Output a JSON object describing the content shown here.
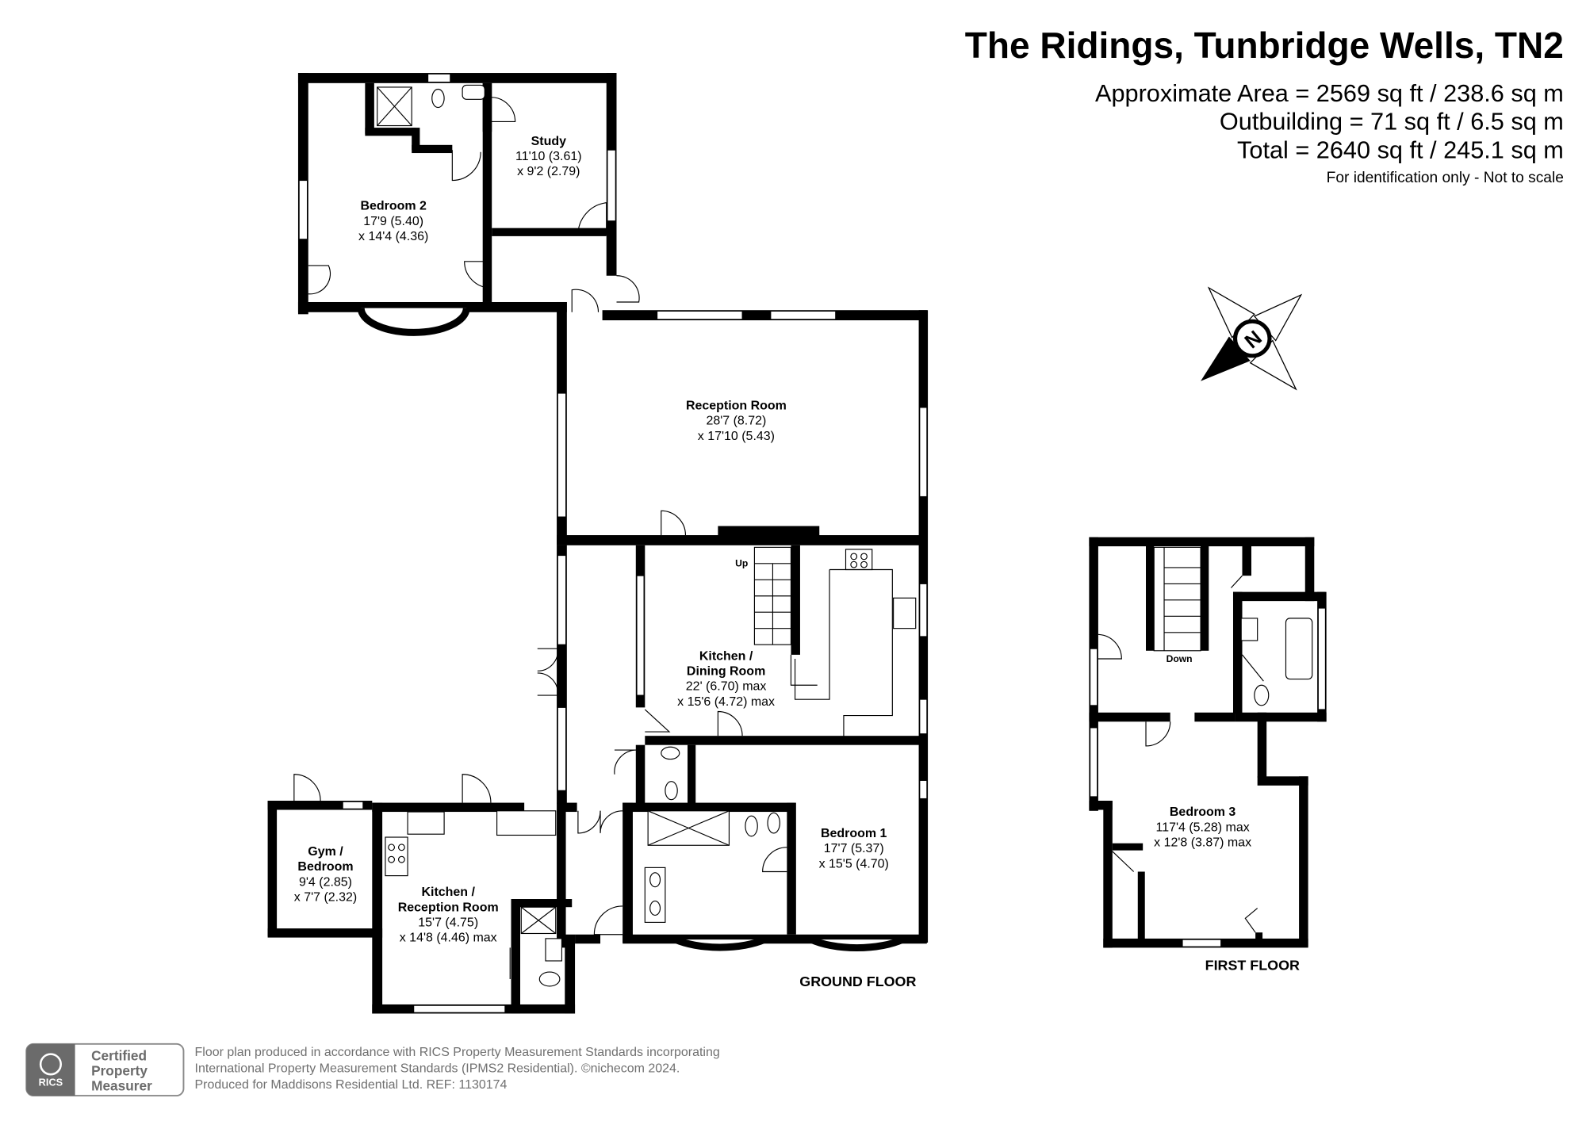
{
  "header": {
    "title": "The Ridings, Tunbridge Wells, TN2",
    "approx_area": "Approximate Area = 2569 sq ft / 238.6 sq m",
    "outbuilding": "Outbuilding = 71 sq ft / 6.5 sq m",
    "total": "Total = 2640 sq ft / 245.1 sq m",
    "disclaimer": "For identification only - Not to scale"
  },
  "compass": {
    "letter": "N"
  },
  "rooms": {
    "bedroom2": {
      "name": "Bedroom 2",
      "dim1": "17'9 (5.40)",
      "dim2": "x 14'4 (4.36)"
    },
    "study": {
      "name": "Study",
      "dim1": "11'10 (3.61)",
      "dim2": "x 9'2 (2.79)"
    },
    "reception": {
      "name": "Reception Room",
      "dim1": "28'7 (8.72)",
      "dim2": "x 17'10 (5.43)"
    },
    "kitchen_dining": {
      "name1": "Kitchen /",
      "name2": "Dining Room",
      "dim1": "22' (6.70) max",
      "dim2": "x 15'6 (4.72) max"
    },
    "bedroom1": {
      "name": "Bedroom 1",
      "dim1": "17'7 (5.37)",
      "dim2": "x 15'5 (4.70)"
    },
    "gym": {
      "name1": "Gym /",
      "name2": "Bedroom",
      "dim1": "9'4 (2.85)",
      "dim2": "x 7'7 (2.32)"
    },
    "kitchen_reception": {
      "name1": "Kitchen /",
      "name2": "Reception Room",
      "dim1": "15'7 (4.75)",
      "dim2": "x 14'8 (4.46) max"
    },
    "bedroom3": {
      "name": "Bedroom 3",
      "dim1": "117'4 (5.28) max",
      "dim2": "x 12'8 (3.87) max"
    }
  },
  "stairs": {
    "up": "Up",
    "down": "Down"
  },
  "floors": {
    "ground": "GROUND FLOOR",
    "first": "FIRST FLOOR"
  },
  "footer": {
    "line1": "Floor plan produced in accordance with RICS Property Measurement Standards incorporating",
    "line2": "International Property Measurement Standards (IPMS2 Residential).   ©nichecom 2024.",
    "line3": "Produced for Maddisons Residential Ltd.   REF:  1130174",
    "badge_1": "Certified",
    "badge_2": "Property",
    "badge_3": "Measurer",
    "rics": "RICS"
  }
}
